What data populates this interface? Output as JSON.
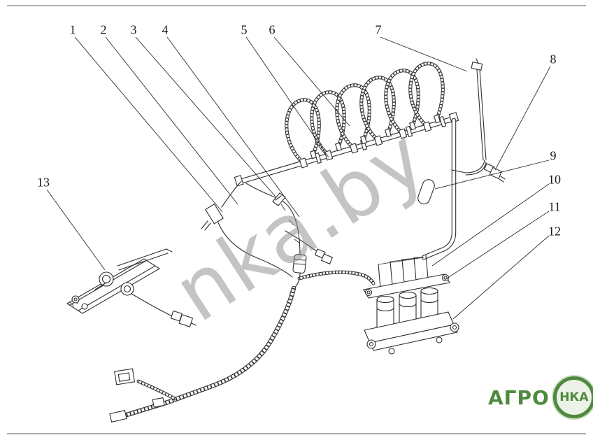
{
  "diagram": {
    "frame_color": "#2e2e2e",
    "background": "#ffffff"
  },
  "callouts": [
    {
      "label": "1"
    },
    {
      "label": "2"
    },
    {
      "label": "3"
    },
    {
      "label": "4"
    },
    {
      "label": "5"
    },
    {
      "label": "6"
    },
    {
      "label": "7"
    },
    {
      "label": "8"
    },
    {
      "label": "9"
    },
    {
      "label": "10"
    },
    {
      "label": "11"
    },
    {
      "label": "12"
    },
    {
      "label": "13"
    }
  ],
  "watermark": {
    "text": "nka.by",
    "color": "#8a8a8a"
  },
  "logo": {
    "name": "АГРО",
    "badge": "НКА",
    "color": "#4e8a3e"
  }
}
